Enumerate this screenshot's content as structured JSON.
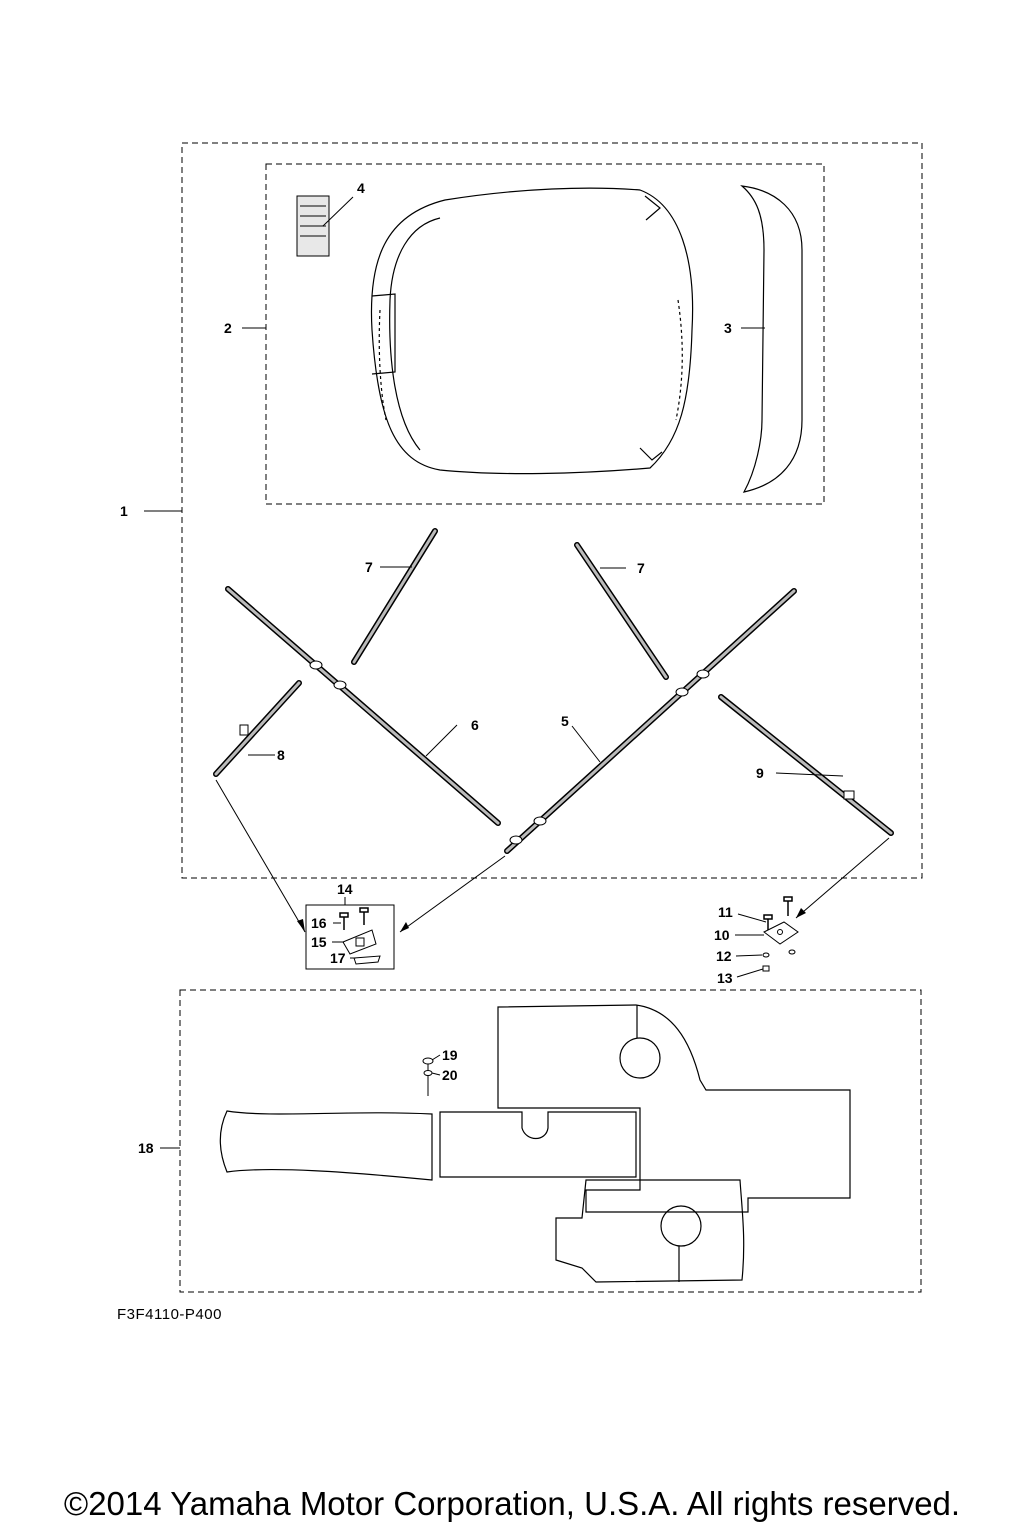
{
  "callouts": {
    "c1": "1",
    "c2": "2",
    "c3": "3",
    "c4": "4",
    "c5": "5",
    "c6": "6",
    "c7a": "7",
    "c7b": "7",
    "c8": "8",
    "c9": "9",
    "c10": "10",
    "c11": "11",
    "c12": "12",
    "c13": "13",
    "c14": "14",
    "c15": "15",
    "c16": "16",
    "c17": "17",
    "c18": "18",
    "c19": "19",
    "c20": "20"
  },
  "diagram_code": "F3F4110-P400",
  "copyright": "©2014 Yamaha Motor Corporation, U.S.A. All rights reserved."
}
